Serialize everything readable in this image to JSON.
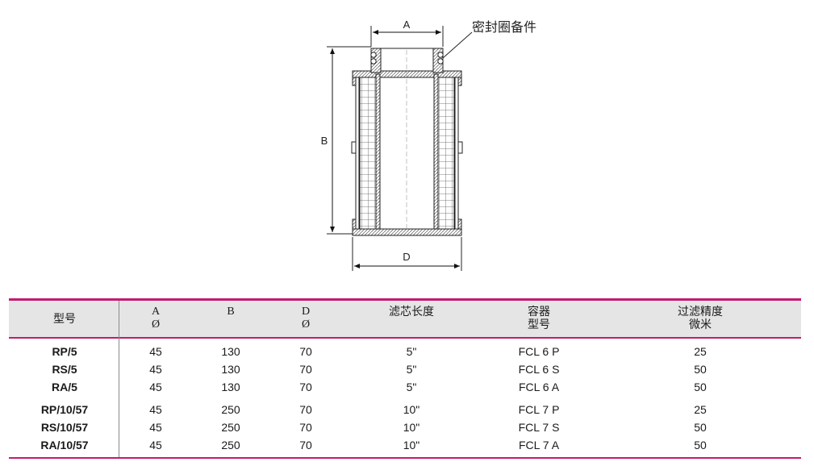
{
  "diagram": {
    "labels": {
      "a": "A",
      "b": "B",
      "d": "D"
    },
    "callout": "密封圈备件"
  },
  "table": {
    "headers": {
      "model": "型号",
      "a": [
        "A",
        "Ø"
      ],
      "b": "B",
      "d": [
        "D",
        "Ø"
      ],
      "length": "滤芯长度",
      "container": [
        "容器",
        "型号"
      ],
      "precision": [
        "过滤精度",
        "微米"
      ]
    },
    "rows": [
      {
        "model": "RP/5",
        "a": "45",
        "b": "130",
        "d": "70",
        "length": "5\"",
        "container": "FCL 6 P",
        "precision": "25"
      },
      {
        "model": "RS/5",
        "a": "45",
        "b": "130",
        "d": "70",
        "length": "5\"",
        "container": "FCL 6 S",
        "precision": "50"
      },
      {
        "model": "RA/5",
        "a": "45",
        "b": "130",
        "d": "70",
        "length": "5\"",
        "container": "FCL 6 A",
        "precision": "50"
      },
      {
        "model": "RP/10/57",
        "a": "45",
        "b": "250",
        "d": "70",
        "length": "10\"",
        "container": "FCL 7 P",
        "precision": "25"
      },
      {
        "model": "RS/10/57",
        "a": "45",
        "b": "250",
        "d": "70",
        "length": "10\"",
        "container": "FCL 7 S",
        "precision": "50"
      },
      {
        "model": "RA/10/57",
        "a": "45",
        "b": "250",
        "d": "70",
        "length": "10\"",
        "container": "FCL 7 A",
        "precision": "50"
      }
    ]
  },
  "colors": {
    "accent": "#c41b6e",
    "header_bg": "#e5e5e5"
  }
}
